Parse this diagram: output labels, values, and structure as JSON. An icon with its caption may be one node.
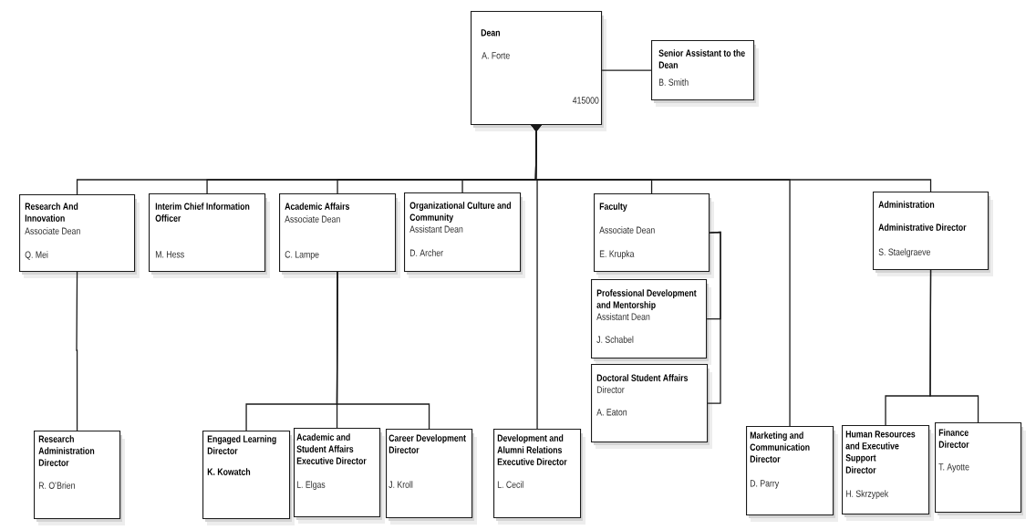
{
  "diagram": {
    "nodes": [
      {
        "text": [
          "Dean",
          "A. Forte",
          "415000"
        ]
      },
      {
        "text": [
          "Senior Assistant to the Dean",
          "B. Smith"
        ]
      },
      {
        "text": [
          "Research And Innovation",
          "Associate Dean",
          "Q. Mei"
        ]
      },
      {
        "text": [
          "Interim Chief Information Officer",
          "M. Hess"
        ]
      },
      {
        "text": [
          "Academic Affairs",
          "Associate Dean",
          "C. Lampe"
        ]
      },
      {
        "text": [
          "Organizational Culture and Community",
          "Assistant Dean",
          "D. Archer"
        ]
      },
      {
        "text": [
          "Faculty",
          "Associate Dean",
          "E. Krupka"
        ]
      },
      {
        "text": [
          "Administration",
          "Administrative Director",
          "S. Staelgraeve"
        ]
      },
      {
        "text": [
          "Professional Development and Mentorship",
          "Assistant Dean",
          "J. Schabel"
        ]
      },
      {
        "text": [
          "Doctoral Student Affairs",
          "Director",
          "A. Eaton"
        ]
      },
      {
        "text": [
          "Research Administration",
          "Director",
          "R. O'Brien"
        ]
      },
      {
        "text": [
          "Engaged Learning",
          "Director",
          "K. Kowatch"
        ]
      },
      {
        "text": [
          "Academic and Student Affairs",
          "Executive Director",
          "L. Elgas"
        ]
      },
      {
        "text": [
          "Career Development",
          "Director",
          "J. Kroll"
        ]
      },
      {
        "text": [
          "Development and Alumni Relations",
          "Executive Director",
          "L. Cecil"
        ]
      },
      {
        "text": [
          "Marketing and Communication",
          "Director",
          "D. Parry"
        ]
      },
      {
        "text": [
          "Human Resources and Executive Support",
          "Director",
          "H. Skrzypek"
        ]
      },
      {
        "text": [
          "Finance",
          "Director",
          "T. Ayotte"
        ]
      }
    ],
    "edges": [
      {
        "from": 0,
        "to": 1,
        "arrow": "none"
      },
      {
        "from": 0,
        "to": 2,
        "arrow": "to"
      },
      {
        "from": 0,
        "to": 3,
        "arrow": "to"
      },
      {
        "from": 0,
        "to": 4,
        "arrow": "to"
      },
      {
        "from": 0,
        "to": 5,
        "arrow": "to"
      },
      {
        "from": 0,
        "to": 6,
        "arrow": "to"
      },
      {
        "from": 0,
        "to": 7,
        "arrow": "to"
      },
      {
        "from": 0,
        "to": 14,
        "arrow": "to"
      },
      {
        "from": 0,
        "to": 15,
        "arrow": "to"
      },
      {
        "from": 2,
        "to": 10,
        "arrow": "none"
      },
      {
        "from": 4,
        "to": 11,
        "arrow": "none"
      },
      {
        "from": 4,
        "to": 12,
        "arrow": "none"
      },
      {
        "from": 4,
        "to": 13,
        "arrow": "none"
      },
      {
        "from": 6,
        "to": 8,
        "arrow": "none"
      },
      {
        "from": 6,
        "to": 9,
        "arrow": "none"
      },
      {
        "from": 7,
        "to": 16,
        "arrow": "none"
      },
      {
        "from": 7,
        "to": 17,
        "arrow": "none"
      }
    ]
  }
}
